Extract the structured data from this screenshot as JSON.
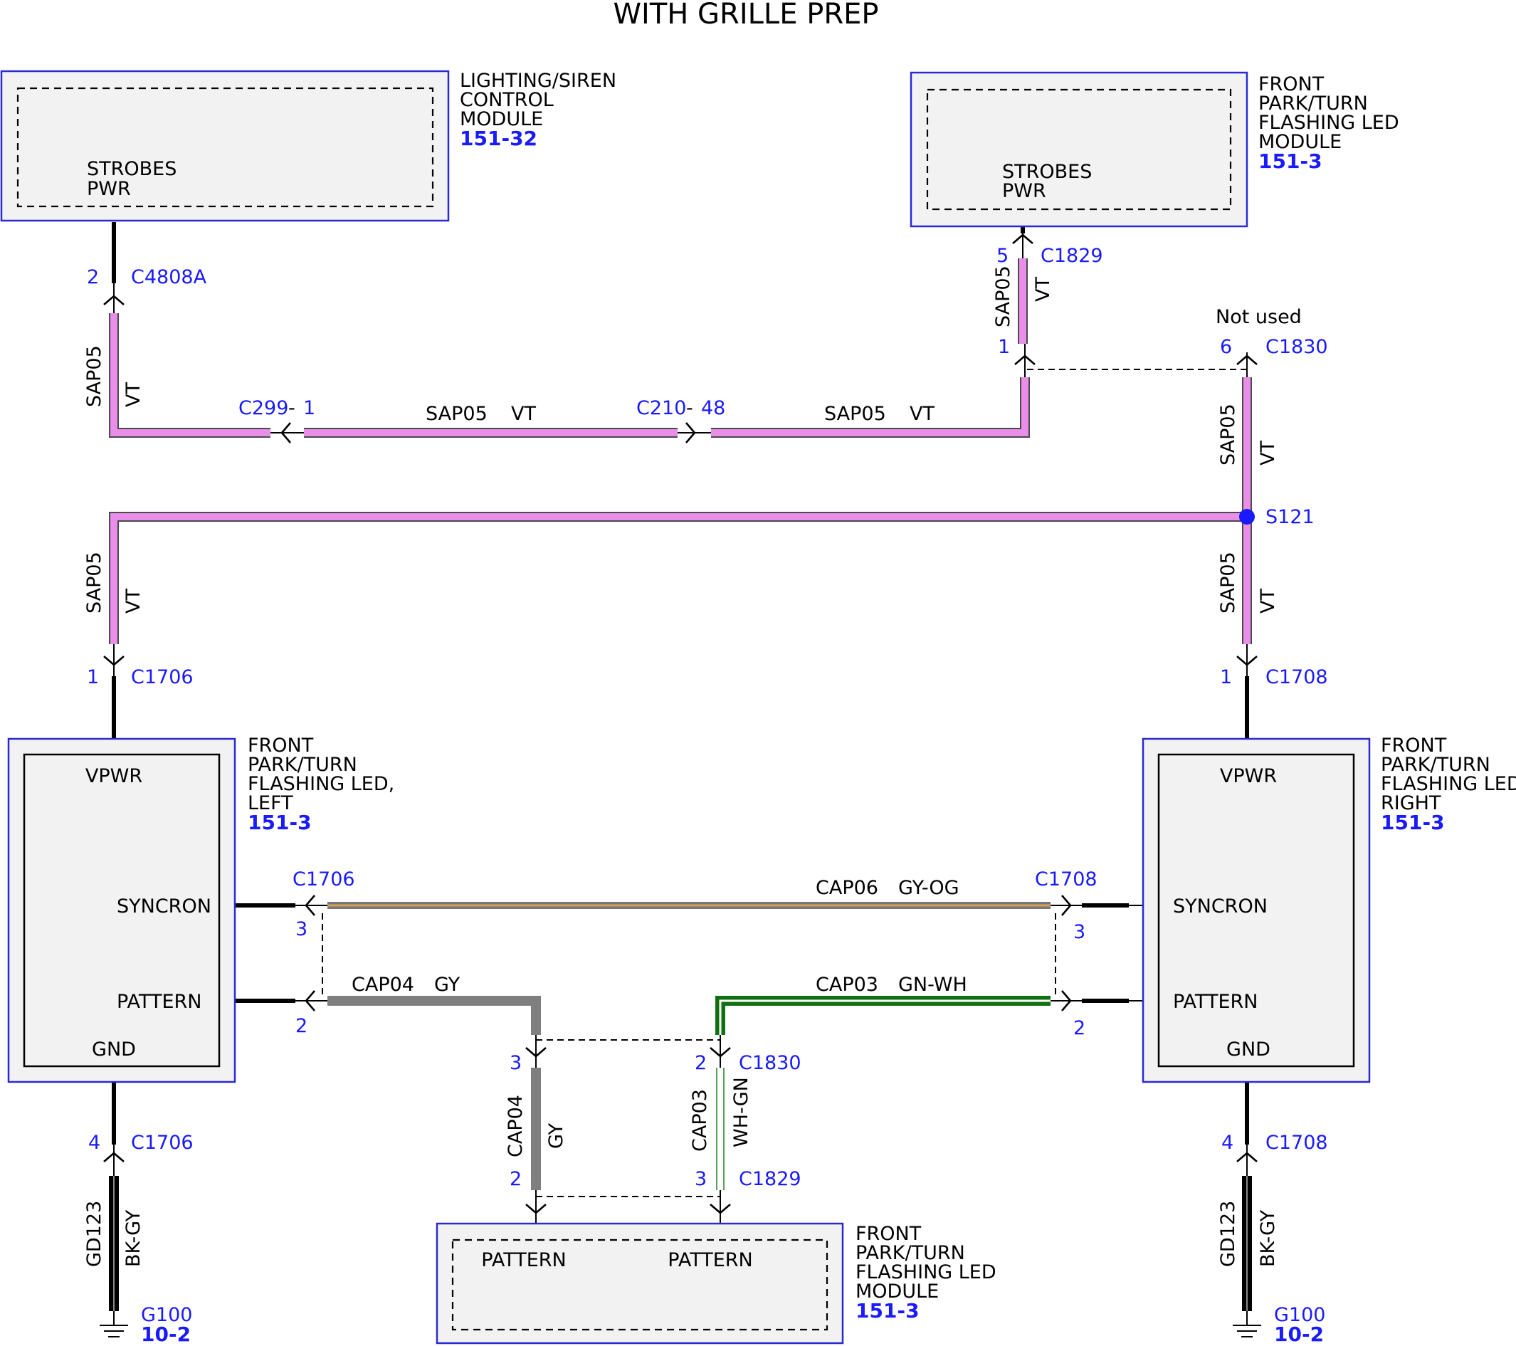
{
  "title": "WITH GRILLE PREP",
  "modules": {
    "lighting_siren": {
      "lines": [
        "LIGHTING/SIREN",
        "CONTROL",
        "MODULE"
      ],
      "ref": "151-32",
      "pin_lines": [
        "STROBES",
        "PWR"
      ]
    },
    "top_flasher": {
      "lines": [
        "FRONT",
        "PARK/TURN",
        "FLASHING LED",
        "MODULE"
      ],
      "ref": "151-3",
      "pin_lines": [
        "STROBES",
        "PWR"
      ]
    },
    "left_led": {
      "lines": [
        "FRONT",
        "PARK/TURN",
        "FLASHING LED,",
        "LEFT"
      ],
      "ref": "151-3",
      "pins": {
        "vpwr": "VPWR",
        "syncron": "SYNCRON",
        "pattern": "PATTERN",
        "gnd": "GND"
      }
    },
    "right_led": {
      "lines": [
        "FRONT",
        "PARK/TURN",
        "FLASHING LED,",
        "RIGHT"
      ],
      "ref": "151-3",
      "pins": {
        "vpwr": "VPWR",
        "syncron": "SYNCRON",
        "pattern": "PATTERN",
        "gnd": "GND"
      }
    },
    "bottom_flasher": {
      "lines": [
        "FRONT",
        "PARK/TURN",
        "FLASHING LED",
        "MODULE"
      ],
      "ref": "151-3",
      "pins": {
        "pattern_left": "PATTERN",
        "pattern_right": "PATTERN"
      }
    }
  },
  "connectors": {
    "c4808a": {
      "name": "C4808A",
      "pin": "2"
    },
    "c1829_top": {
      "name": "C1829",
      "pin_upper": "5",
      "pin_lower": "1"
    },
    "c1830_top": {
      "name": "C1830",
      "pin": "6",
      "note": "Not used"
    },
    "c299": {
      "name": "C299",
      "sep": "-",
      "pin": "1"
    },
    "c210": {
      "name": "C210",
      "sep": "-",
      "pin": "48"
    },
    "c1706_top": {
      "name": "C1706",
      "pin": "1"
    },
    "c1708_top": {
      "name": "C1708",
      "pin": "1"
    },
    "c1706_syncron": {
      "name": "C1706",
      "pin": "3"
    },
    "c1708_syncron": {
      "name": "C1708",
      "pin": "3"
    },
    "c1706_pattern": {
      "pin": "2"
    },
    "c1708_pattern": {
      "pin": "2"
    },
    "c1830_bottom": {
      "name": "C1830",
      "pin_left": "3",
      "pin_right": "2"
    },
    "c1829_bottom": {
      "name": "C1829",
      "pin_left": "2",
      "pin_right": "3"
    },
    "c1706_gnd": {
      "name": "C1706",
      "pin": "4"
    },
    "c1708_gnd": {
      "name": "C1708",
      "pin": "4"
    }
  },
  "splice": {
    "name": "S121",
    "color": "#1a1aff"
  },
  "grounds": {
    "left": {
      "name": "G100",
      "ref": "10-2"
    },
    "right": {
      "name": "G100",
      "ref": "10-2"
    }
  },
  "wires": {
    "sap05": {
      "circuit": "SAP05",
      "color": "VT",
      "hex": "#e98ee9"
    },
    "cap06": {
      "circuit": "CAP06",
      "color": "GY-OG"
    },
    "cap04": {
      "circuit": "CAP04",
      "color": "GY",
      "hex": "#7f7f7f"
    },
    "cap03": {
      "circuit": "CAP03",
      "color": "GN-WH",
      "hex": "#117011"
    },
    "cap03_v": {
      "circuit": "CAP03",
      "color": "WH-GN"
    },
    "gd123": {
      "circuit": "GD123",
      "color": "BK-GY"
    }
  }
}
